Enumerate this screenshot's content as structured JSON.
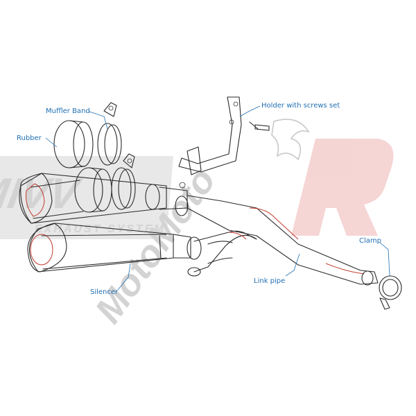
{
  "diagram": {
    "labels": {
      "muffler_band": "Muffler Band",
      "rubber": "Rubber",
      "holder": "Holder with screws set",
      "clamp": "Clamp",
      "link_pipe": "Link pipe",
      "silencer": "Silencer"
    },
    "watermark": {
      "brand_left": "MIVV",
      "brand_sub": "EXHAUST SYSTEM",
      "brand_diagonal": "MotoMoto"
    },
    "colors": {
      "label": "#1f6fb2",
      "outline": "#2a2a2a",
      "accent": "#c0392b",
      "watermark": "#cfcfcf",
      "watermark_red": "#f2c4c4"
    }
  }
}
